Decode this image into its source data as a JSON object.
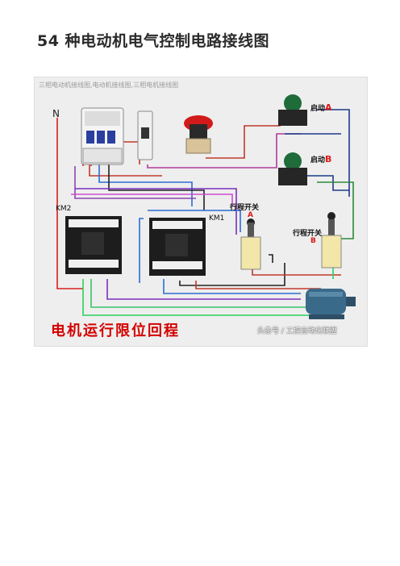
{
  "page": {
    "title": "54 种电动机电气控制电路接线图"
  },
  "figure": {
    "caption": "三相电动机接线图,电动机接线图,三相电机接线图",
    "labels": {
      "neutral": "N",
      "start_a_text": "启动",
      "start_a_letter": "A",
      "start_b_text": "启动",
      "start_b_letter": "B",
      "km2": "KM2",
      "km1": "KM1",
      "limit_a_text": "行程开关",
      "limit_a_letter": "A",
      "limit_b_text": "行程开关",
      "limit_b_letter": "B"
    },
    "footer_title": "电机运行限位回程",
    "watermark": "头条号 / 工控自动化联盟"
  }
}
